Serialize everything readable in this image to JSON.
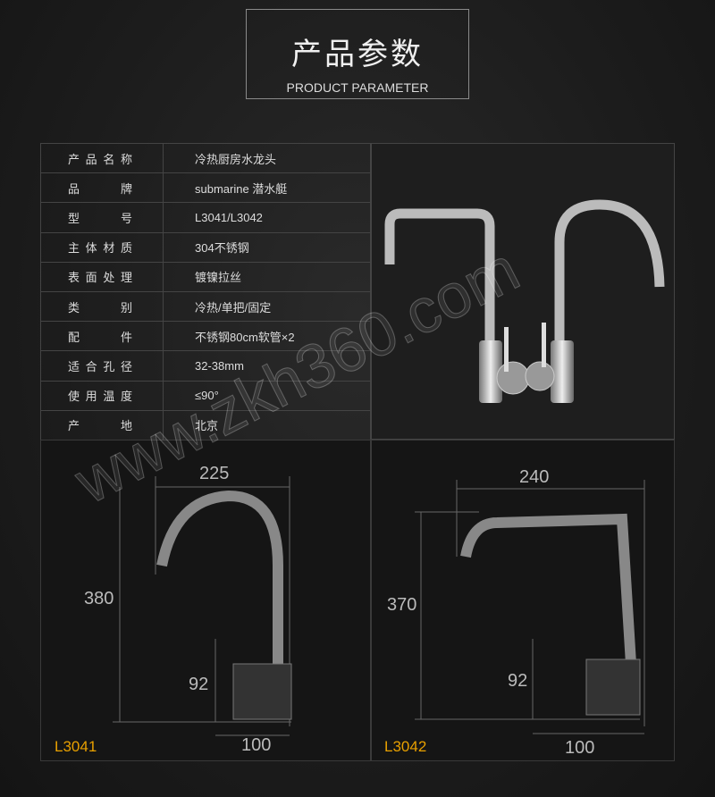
{
  "header": {
    "title_cn": "产品参数",
    "title_en": "PRODUCT PARAMETER"
  },
  "specs": [
    {
      "label": "产品名称",
      "value": "冷热厨房水龙头"
    },
    {
      "label": "品牌",
      "value": "submarine 潜水艇"
    },
    {
      "label": "型号",
      "value": "L3041/L3042"
    },
    {
      "label": "主体材质",
      "value": "304不锈钢"
    },
    {
      "label": "表面处理",
      "value": "镀镍拉丝"
    },
    {
      "label": "类别",
      "value": "冷热/单把/固定"
    },
    {
      "label": "配件",
      "value": "不锈钢80cm软管×2"
    },
    {
      "label": "适合孔径",
      "value": "32-38mm"
    },
    {
      "label": "使用温度",
      "value": "≤90°"
    },
    {
      "label": "产地",
      "value": "北京"
    }
  ],
  "diagrams": [
    {
      "model": "L3041",
      "width": "225",
      "height": "380",
      "base_height": "92",
      "base_width": "100"
    },
    {
      "model": "L3042",
      "width": "240",
      "height": "370",
      "base_height": "92",
      "base_width": "100"
    }
  ],
  "watermark": "www.zkh360.com",
  "colors": {
    "model_label": "#e8a000"
  }
}
